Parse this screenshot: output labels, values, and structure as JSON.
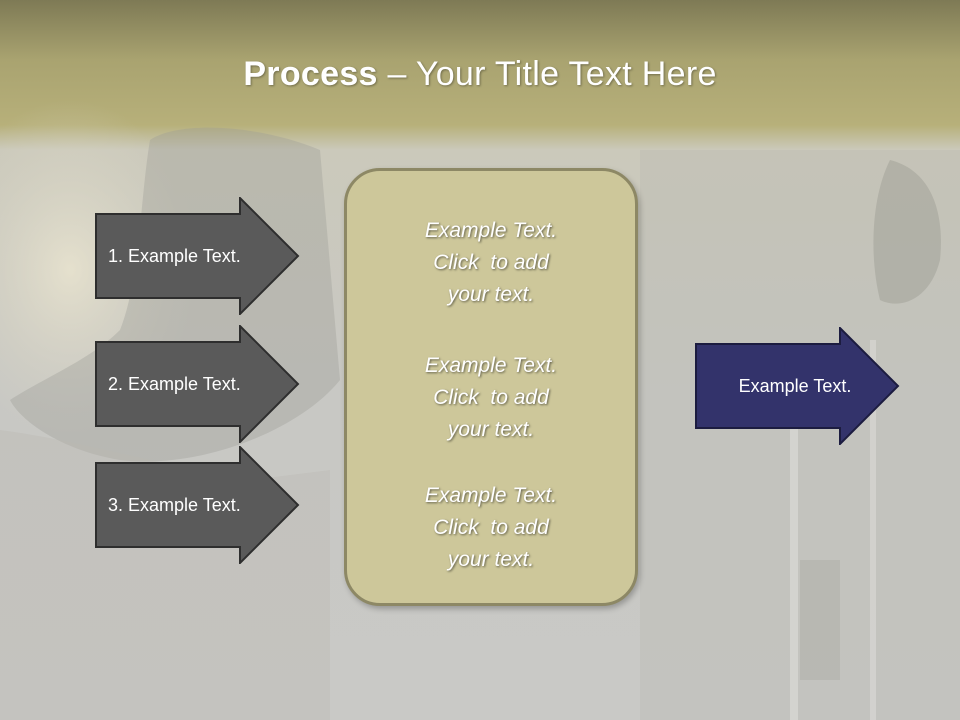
{
  "slide": {
    "title_bold": "Process",
    "title_rest": " – Your Title Text Here"
  },
  "steps": [
    {
      "label": "1. Example Text."
    },
    {
      "label": "2. Example Text."
    },
    {
      "label": "3. Example Text."
    }
  ],
  "center": {
    "blocks": [
      {
        "line1": "Example Text.",
        "line2": "Click  to add",
        "line3": "your text."
      },
      {
        "line1": "Example Text.",
        "line2": "Click  to add",
        "line3": "your text."
      },
      {
        "line1": "Example Text.",
        "line2": "Click  to add",
        "line3": "your text."
      }
    ]
  },
  "result": {
    "label": "Example Text."
  },
  "colors": {
    "header": "#b0a970",
    "step_arrow": "#5a5a5a",
    "center_box": "#cdc79a",
    "result_arrow": "#33336b"
  }
}
